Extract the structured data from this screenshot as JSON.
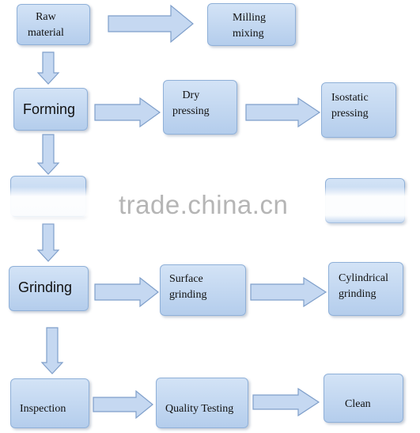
{
  "boxes": {
    "raw_material": "Raw\nmaterial",
    "milling_mixing": "Milling\nmixing",
    "forming": "Forming",
    "dry_pressing": "Dry\npressing",
    "isostatic_pressing": "Isostatic\npressing",
    "grinding": "Grinding",
    "surface_grinding": "Surface\ngrinding",
    "cylindrical_grinding": "Cylindrical\ngrinding",
    "inspection": "Inspection",
    "quality_testing": "Quality Testing",
    "clean": "Clean"
  },
  "watermark": "trade.china.cn",
  "colors": {
    "box_fill": "#c6d9f1",
    "box_border": "#8fb0d8",
    "arrow_fill": "#c5d8f1"
  }
}
